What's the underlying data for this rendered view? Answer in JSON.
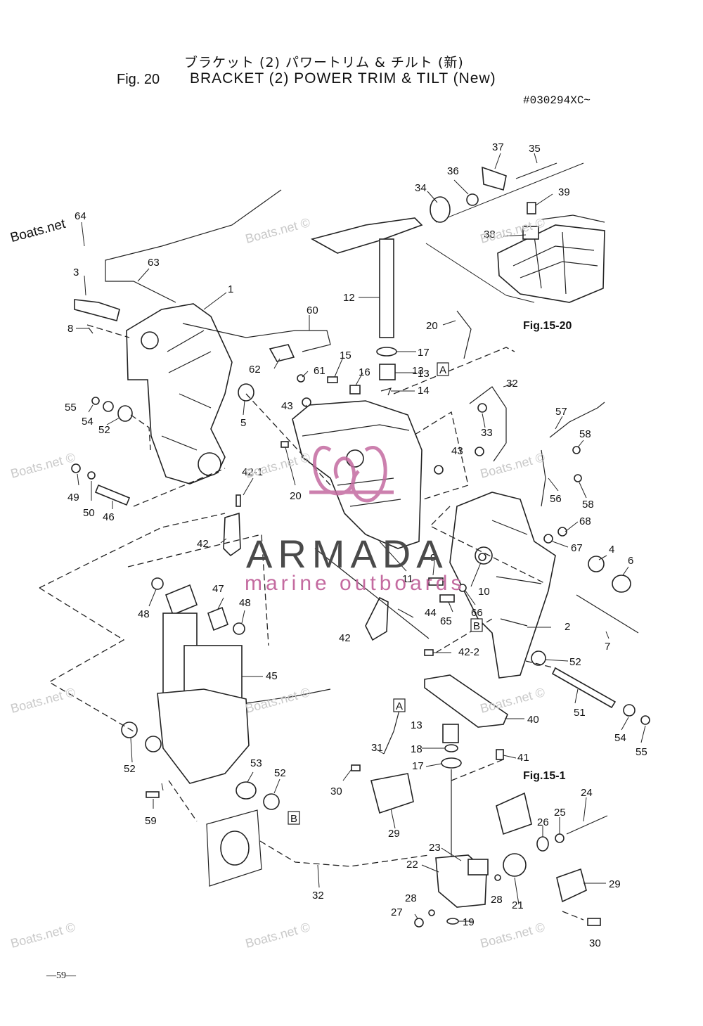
{
  "header": {
    "title_jp": "ブラケット (2) パワートリム & チルト (新)",
    "fig_no": "Fig. 20",
    "title_en": "BRACKET (2) POWER TRIM & TILT (New)",
    "serial": "#030294XC~"
  },
  "footer": {
    "page_no": "—59—"
  },
  "watermarks": {
    "site": "Boats.net ©",
    "site_main": "Boats.net",
    "brand": "ARMADA",
    "brand_sub": "marine outboards"
  },
  "figure_refs": [
    "Fig.15-20",
    "Fig.15-1"
  ],
  "ref_boxes": [
    "A",
    "B"
  ],
  "callouts": [
    "1",
    "2",
    "3",
    "4",
    "5",
    "6",
    "7",
    "8",
    "9",
    "10",
    "11",
    "12",
    "13",
    "14",
    "15",
    "16",
    "17",
    "19",
    "20",
    "21",
    "22",
    "23",
    "24",
    "25",
    "26",
    "27",
    "28",
    "29",
    "30",
    "31",
    "32",
    "33",
    "34",
    "35",
    "36",
    "37",
    "38",
    "39",
    "40",
    "41",
    "42",
    "42-1",
    "42-2",
    "43",
    "44",
    "45",
    "46",
    "47",
    "48",
    "49",
    "50",
    "51",
    "52",
    "53",
    "54",
    "55",
    "56",
    "57",
    "58",
    "59",
    "60",
    "61",
    "62",
    "63",
    "64",
    "65",
    "66",
    "67",
    "68",
    "18"
  ]
}
